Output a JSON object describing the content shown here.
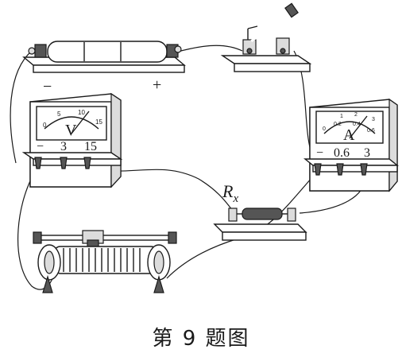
{
  "battery": {
    "minus": "−",
    "plus": "+"
  },
  "voltmeter": {
    "letter": "V",
    "scale": [
      "0",
      "5",
      "10",
      "15"
    ],
    "terminals": [
      "−",
      "3",
      "15"
    ]
  },
  "ammeter": {
    "letter": "A",
    "scale": [
      "0",
      "0.2",
      "0.4",
      "0.6"
    ],
    "scale_outer": [
      "1",
      "2",
      "3"
    ],
    "terminals": [
      "−",
      "0.6",
      "3"
    ]
  },
  "resistor": {
    "label": "R",
    "subscript": "x"
  },
  "caption": "第 9 题图"
}
